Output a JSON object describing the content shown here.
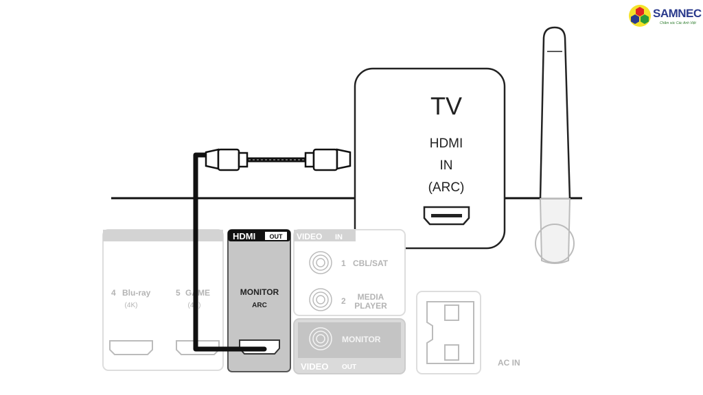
{
  "logo": {
    "name": "SAMNEC",
    "tagline": "Chăm sóc Các Anh Việt"
  },
  "tv": {
    "title": "TV",
    "port_line1": "HDMI",
    "port_line2": "IN",
    "port_line3": "(ARC)"
  },
  "receiver": {
    "hdmi_in": [
      {
        "number": "4",
        "label": "Blu-ray",
        "sub": "(4K)"
      },
      {
        "number": "5",
        "label": "GAME",
        "sub": "(4K)"
      }
    ],
    "hdmi_out": {
      "header": "HDMI",
      "header_tag": "OUT",
      "label": "MONITOR",
      "sub": "ARC"
    },
    "video_in": {
      "header": "VIDEO",
      "header_tag": "IN",
      "inputs": [
        {
          "number": "1",
          "label1": "CBL/SAT",
          "label2": ""
        },
        {
          "number": "2",
          "label1": "MEDIA",
          "label2": "PLAYER"
        }
      ]
    },
    "video_out": {
      "label": "MONITOR",
      "footer": "VIDEO",
      "footer_tag": "OUT"
    },
    "ac_in": "AC IN"
  },
  "colors": {
    "faded": "#b4b4b4",
    "panel_gray": "#c4c4c4",
    "cable": "#111111",
    "logo_blue": "#2a3a8c"
  }
}
